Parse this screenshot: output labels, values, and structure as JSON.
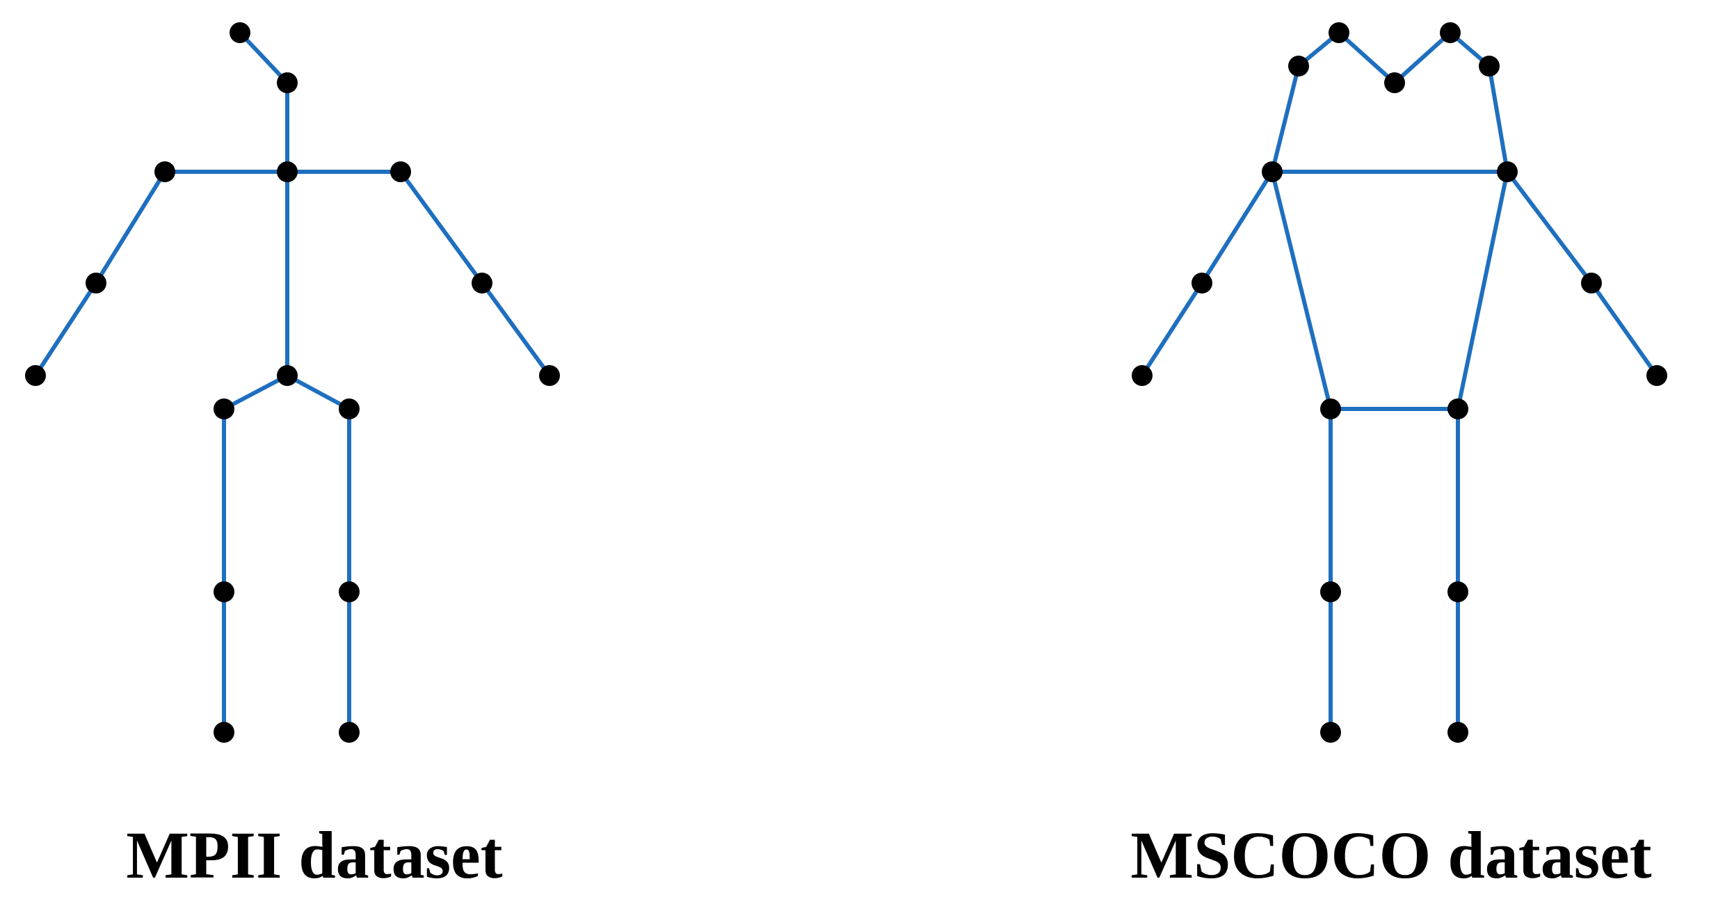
{
  "colors": {
    "bone": "#1f6fbf",
    "joint": "#000000",
    "caption": "#000000"
  },
  "skeletons": [
    {
      "id": "mpii",
      "caption": "MPII dataset"
    },
    {
      "id": "mscoco",
      "caption": "MSCOCO dataset"
    }
  ]
}
